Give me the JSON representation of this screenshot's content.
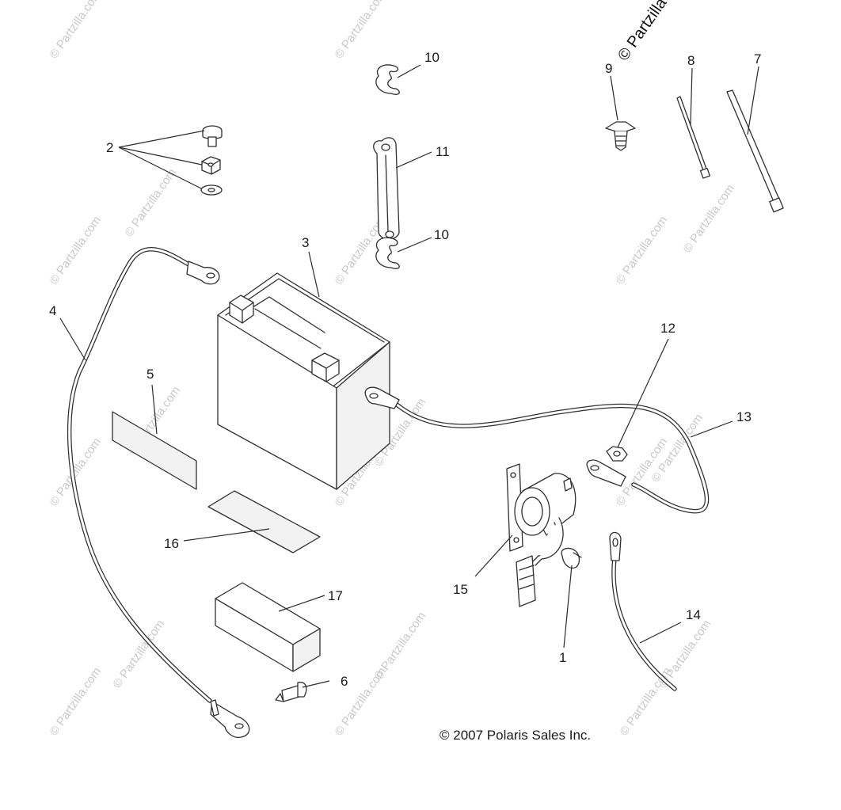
{
  "callouts": {
    "p1": "1",
    "p2": "2",
    "p3": "3",
    "p4": "4",
    "p5": "5",
    "p6": "6",
    "p7": "7",
    "p8": "8",
    "p9": "9",
    "p10a": "10",
    "p10b": "10",
    "p11": "11",
    "p12": "12",
    "p13": "13",
    "p14": "14",
    "p15": "15",
    "p16": "16",
    "p17": "17"
  },
  "copyright": "© 2007 Polaris Sales Inc.",
  "corner_watermark": "© Partzilla",
  "watermark": "© Partzilla.com"
}
